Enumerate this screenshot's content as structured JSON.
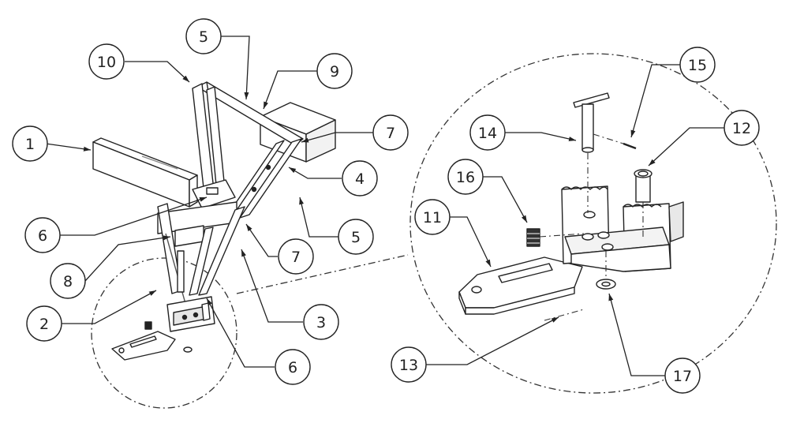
{
  "diagram": {
    "callouts": [
      {
        "id": "c1",
        "label": "1"
      },
      {
        "id": "c10",
        "label": "10"
      },
      {
        "id": "c5a",
        "label": "5"
      },
      {
        "id": "c9",
        "label": "9"
      },
      {
        "id": "c7a",
        "label": "7"
      },
      {
        "id": "c4",
        "label": "4"
      },
      {
        "id": "c5b",
        "label": "5"
      },
      {
        "id": "c6a",
        "label": "6"
      },
      {
        "id": "c7b",
        "label": "7"
      },
      {
        "id": "c8",
        "label": "8"
      },
      {
        "id": "c2",
        "label": "2"
      },
      {
        "id": "c3",
        "label": "3"
      },
      {
        "id": "c6b",
        "label": "6"
      },
      {
        "id": "c14",
        "label": "14"
      },
      {
        "id": "c15",
        "label": "15"
      },
      {
        "id": "c12",
        "label": "12"
      },
      {
        "id": "c16",
        "label": "16"
      },
      {
        "id": "c11",
        "label": "11"
      },
      {
        "id": "c13",
        "label": "13"
      },
      {
        "id": "c17",
        "label": "17"
      }
    ]
  }
}
